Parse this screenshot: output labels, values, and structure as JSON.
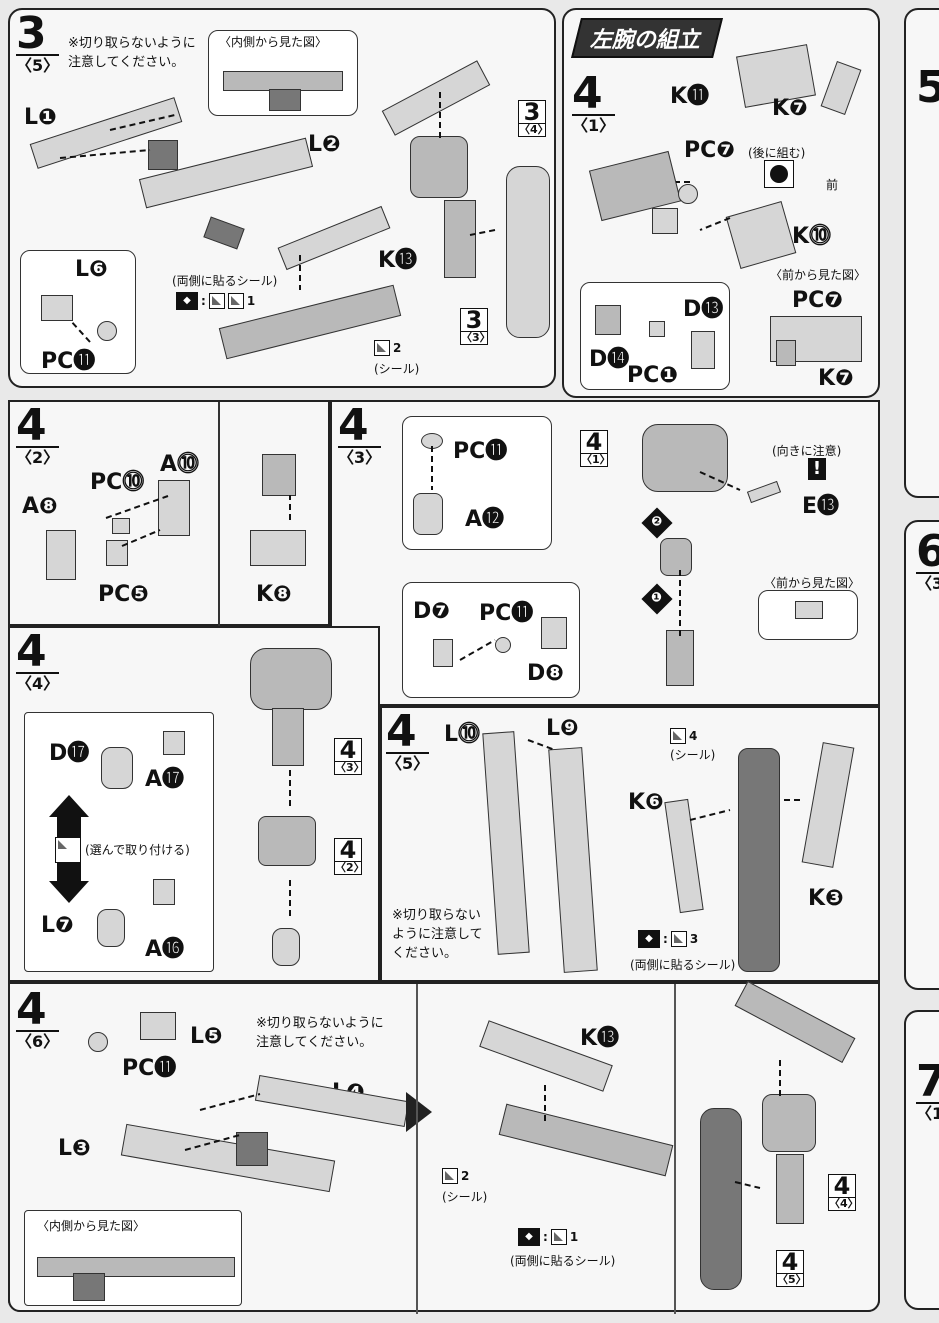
{
  "banner": {
    "title": "左腕の組立"
  },
  "p3_5": {
    "step": "3",
    "sub": "〈5〉",
    "note1": "※切り取らないように",
    "note2": "注意してください。",
    "inner_view": "〈内側から見た図〉",
    "labels": [
      "L❶",
      "L❷",
      "L❻",
      "PC⓫",
      "K⓭"
    ],
    "seal_both": "(両側に貼るシール)",
    "seal1": "1",
    "seal2": "2",
    "seal_label": "(シール)",
    "ref_top": {
      "n": "3",
      "s": "〈4〉"
    },
    "ref_bot": {
      "n": "3",
      "s": "〈3〉"
    }
  },
  "p4_1": {
    "step": "4",
    "sub": "〈1〉",
    "labels": [
      "K⓫",
      "K❼",
      "PC❼",
      "K⓾",
      "D⓭",
      "D⓮",
      "PC❶",
      "PC❼",
      "K❼"
    ],
    "after": "(後に組む)",
    "front": "前",
    "front_view": "〈前から見た図〉"
  },
  "p4_2": {
    "step": "4",
    "sub": "〈2〉",
    "labels": [
      "A⓾",
      "PC⓾",
      "A❽",
      "PC❺",
      "K❽"
    ]
  },
  "p4_3": {
    "step": "4",
    "sub": "〈3〉",
    "labels": [
      "PC⓫",
      "A⓬",
      "E⓭",
      "D❼",
      "PC⓫",
      "D❽"
    ],
    "caution": "(向きに注意)",
    "front_view": "〈前から見た図〉",
    "ref": {
      "n": "4",
      "s": "〈1〉"
    },
    "order": [
      "❷",
      "❶"
    ]
  },
  "p4_4": {
    "step": "4",
    "sub": "〈4〉",
    "labels": [
      "D⓱",
      "A⓱",
      "L❼",
      "A⓰"
    ],
    "choose": "(選んで取り付ける)",
    "ref_a": {
      "n": "4",
      "s": "〈3〉"
    },
    "ref_b": {
      "n": "4",
      "s": "〈2〉"
    }
  },
  "p4_5": {
    "step": "4",
    "sub": "〈5〉",
    "labels": [
      "L⓾",
      "L❾",
      "K❻",
      "K❸"
    ],
    "seal4": "4",
    "seal3": "3",
    "seal_label": "(シール)",
    "seal_both": "(両側に貼るシール)",
    "note1": "※切り取らない",
    "note2": "ように注意して",
    "note3": "ください。"
  },
  "p4_6": {
    "step": "4",
    "sub": "〈6〉",
    "labels": [
      "L❺",
      "PC⓫",
      "L❹",
      "L❸",
      "K⓭"
    ],
    "note1": "※切り取らないように",
    "note2": "注意してください。",
    "inner_view": "〈内側から見た図〉",
    "seal2": "2",
    "seal1": "1",
    "seal_label": "(シール)",
    "seal_both": "(両側に貼るシール)",
    "ref_a": {
      "n": "4",
      "s": "〈4〉"
    },
    "ref_b": {
      "n": "4",
      "s": "〈5〉"
    }
  },
  "edge": {
    "s5": "5",
    "s6": "6",
    "s6sub": "〈3",
    "s7": "7",
    "s7sub": "〈1"
  }
}
